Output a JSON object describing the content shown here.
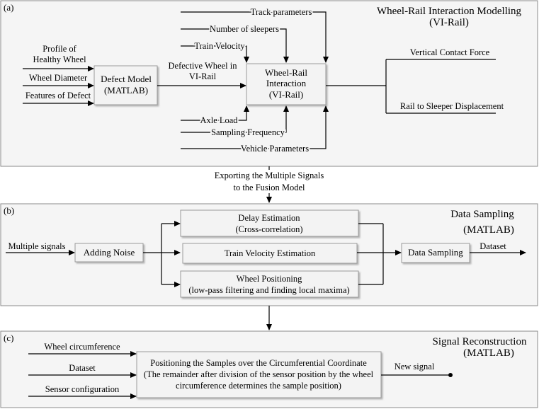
{
  "panels": {
    "a": {
      "label": "(a)",
      "title_line1": "Wheel-Rail Interaction Modelling",
      "title_line2": "(VI-Rail)",
      "inputs": {
        "profile_line1": "Profile of",
        "profile_line2": "Healthy Wheel",
        "wheel_diameter": "Wheel Diameter",
        "features_of_defect": "Features of Defect"
      },
      "defect_model_line1": "Defect Model",
      "defect_model_line2": "(MATLAB)",
      "defective_wheel_line1": "Defective Wheel in",
      "defective_wheel_line2": "VI-Rail",
      "wri_line1": "Wheel-Rail",
      "wri_line2": "Interaction",
      "wri_line3": "(VI-Rail)",
      "params": {
        "track_parameters": "Track parameters",
        "number_of_sleepers": "Number of sleepers",
        "train_velocity": "Train Velocity",
        "axle_load": "Axle Load",
        "sampling_frequency": "Sampling Frequency",
        "vehicle_parameters": "Vehicle Parameters"
      },
      "outputs": {
        "vertical_contact_force": "Vertical Contact Force",
        "rail_to_sleeper": "Rail to Sleeper Displacement"
      }
    },
    "export_line1": "Exporting the Multiple Signals",
    "export_line2": "to the Fusion Model",
    "b": {
      "label": "(b)",
      "title_line1": "Data Sampling",
      "title_line2": "(MATLAB)",
      "multiple_signals": "Multiple signals",
      "adding_noise": "Adding Noise",
      "delay_line1": "Delay Estimation",
      "delay_line2": "(Cross-correlation)",
      "train_velocity_estimation": "Train Velocity Estimation",
      "wheel_pos_line1": "Wheel Positioning",
      "wheel_pos_line2": "(low-pass filtering and finding local maxima)",
      "data_sampling": "Data Sampling",
      "dataset": "Dataset"
    },
    "c": {
      "label": "(c)",
      "title_line1": "Signal Reconstruction",
      "title_line2": "(MATLAB)",
      "wheel_circumference": "Wheel circumference",
      "dataset": "Dataset",
      "sensor_configuration": "Sensor configuration",
      "pos_line1": "Positioning the Samples over the Circumferential Coordinate",
      "pos_line2": "(The remainder after division of the sensor position by the wheel",
      "pos_line3": "circumference determines the sample position)",
      "new_signal": "New signal"
    }
  }
}
